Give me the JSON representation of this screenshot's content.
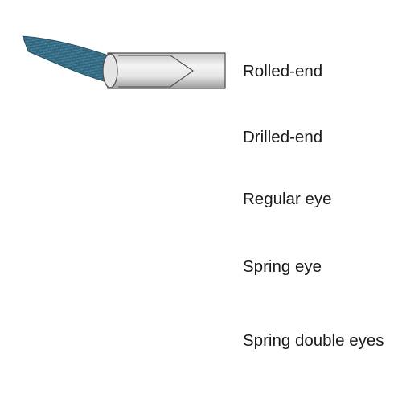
{
  "labels": {
    "rolled_end": "Rolled-end",
    "drilled_end": "Drilled-end",
    "regular_eye": "Regular eye",
    "spring_eye": "Spring eye",
    "spring_double_eyes": "Spring double eyes"
  },
  "colors": {
    "suture_thread": "#2e627a",
    "needle_steel": "#d9d9d9",
    "needle_outline": "#4a4a4a",
    "background": "#ffffff"
  }
}
